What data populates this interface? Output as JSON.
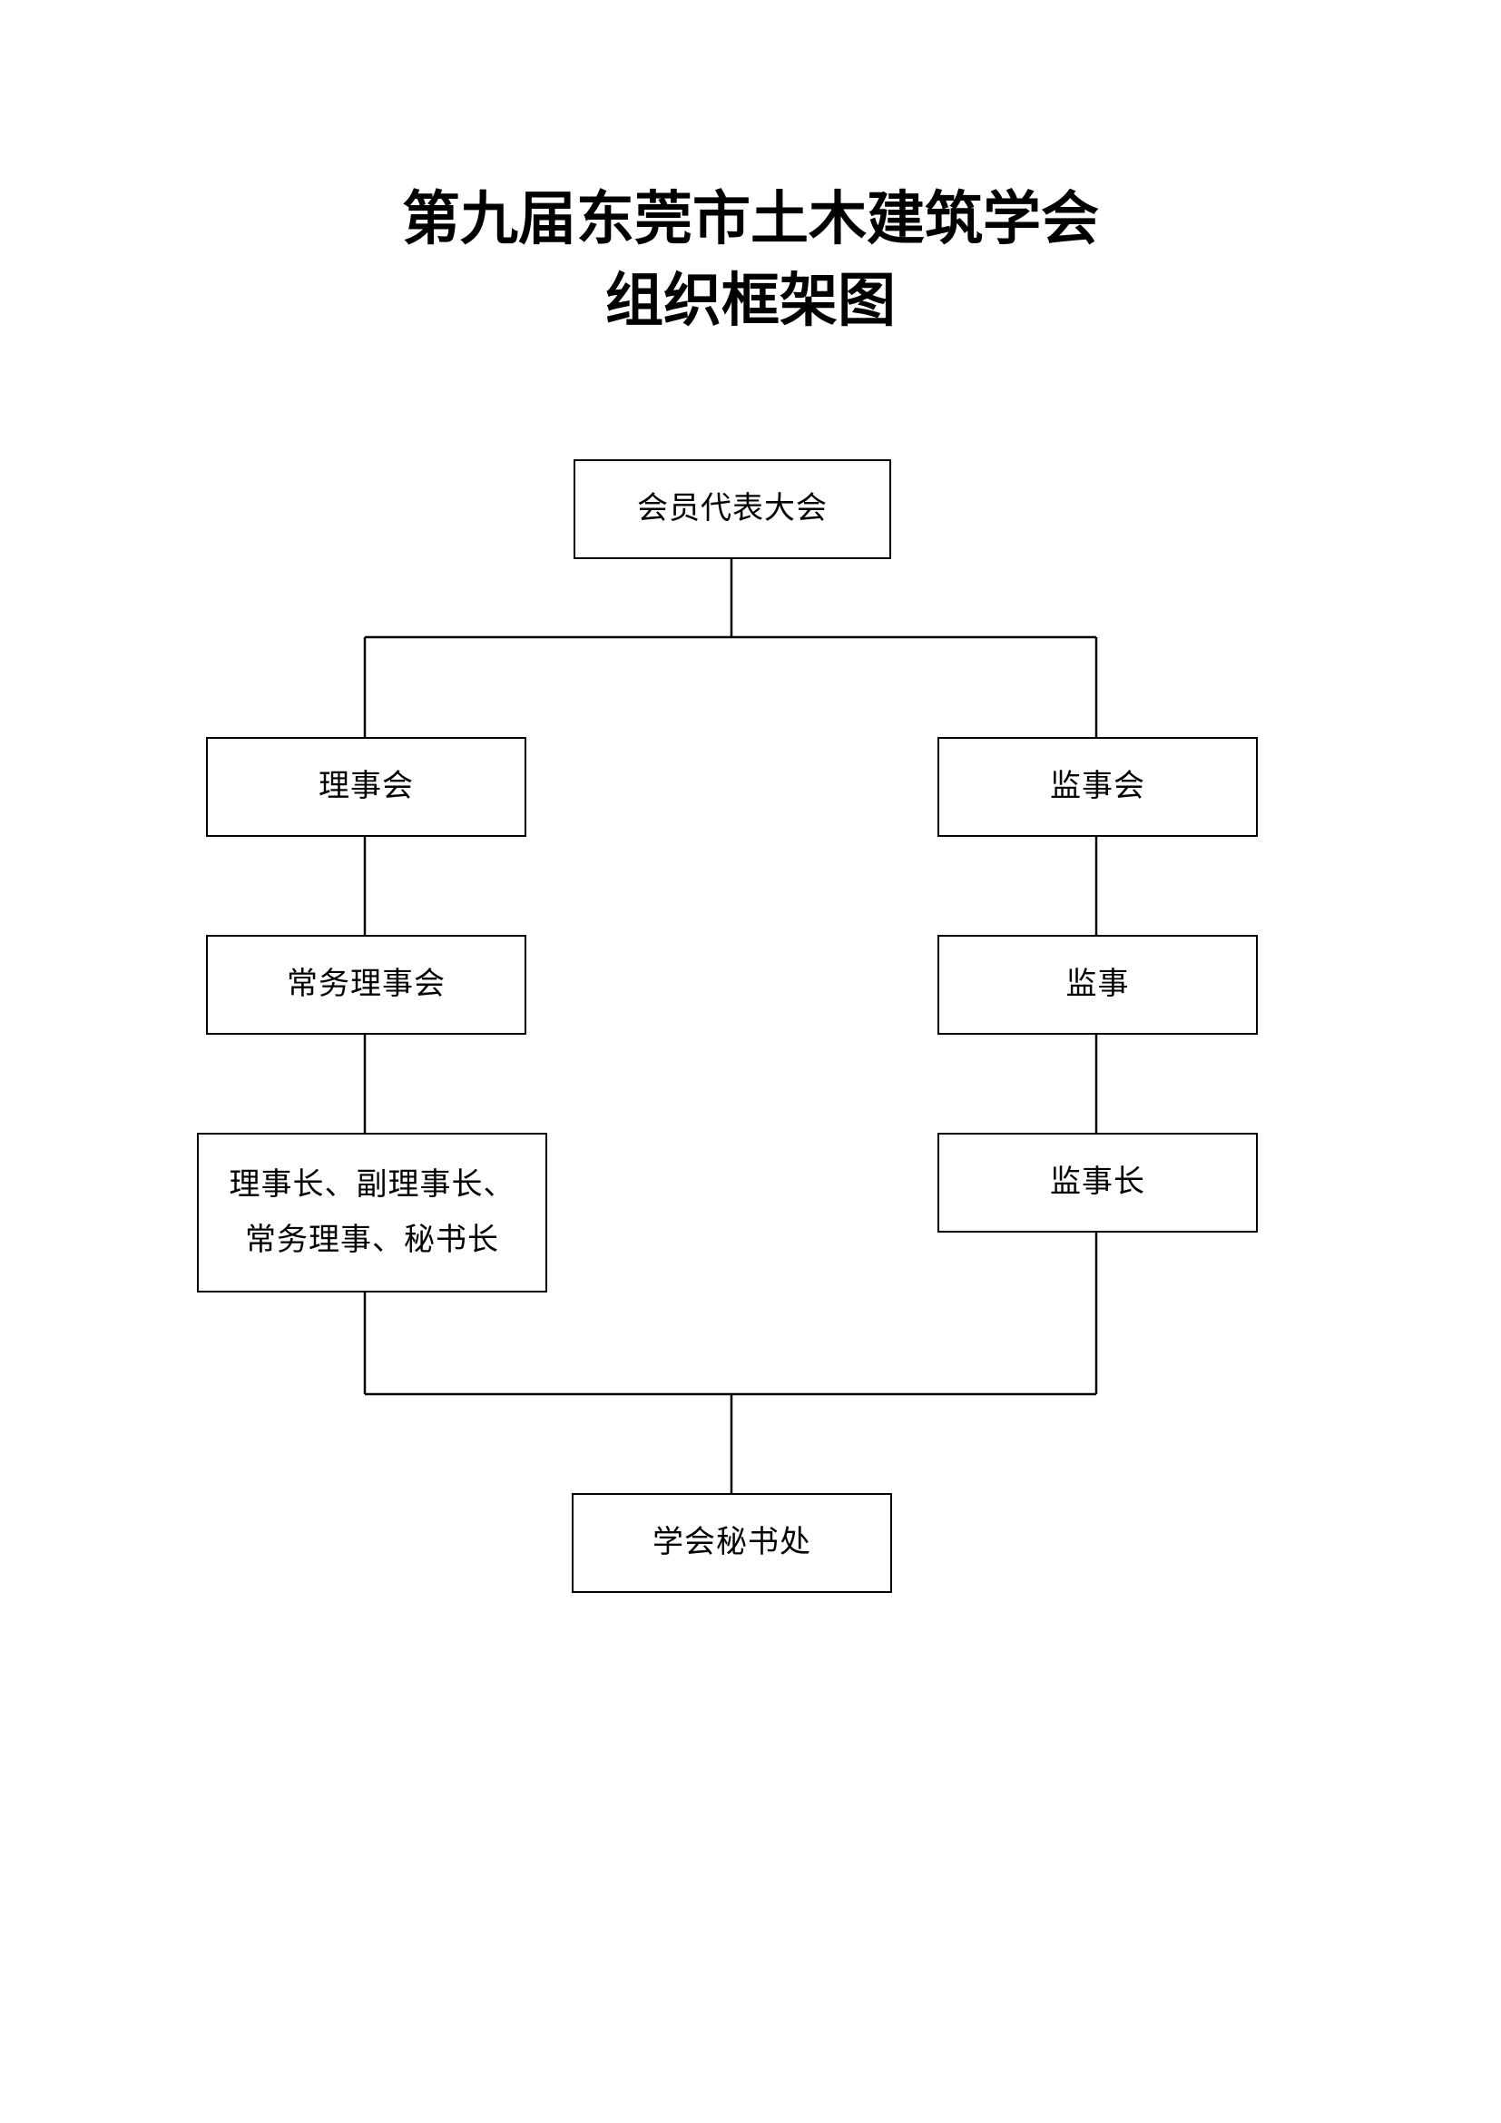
{
  "title": {
    "line1": "第九届东莞市土木建筑学会",
    "line2": "组织框架图"
  },
  "nodes": {
    "assembly": "会员代表大会",
    "council": "理事会",
    "supervisory_board": "监事会",
    "standing_council": "常务理事会",
    "supervisors": "监事",
    "council_officers": "理事长、副理事长、\n常务理事、秘书长",
    "chief_supervisor": "监事长",
    "secretariat": "学会秘书处"
  }
}
